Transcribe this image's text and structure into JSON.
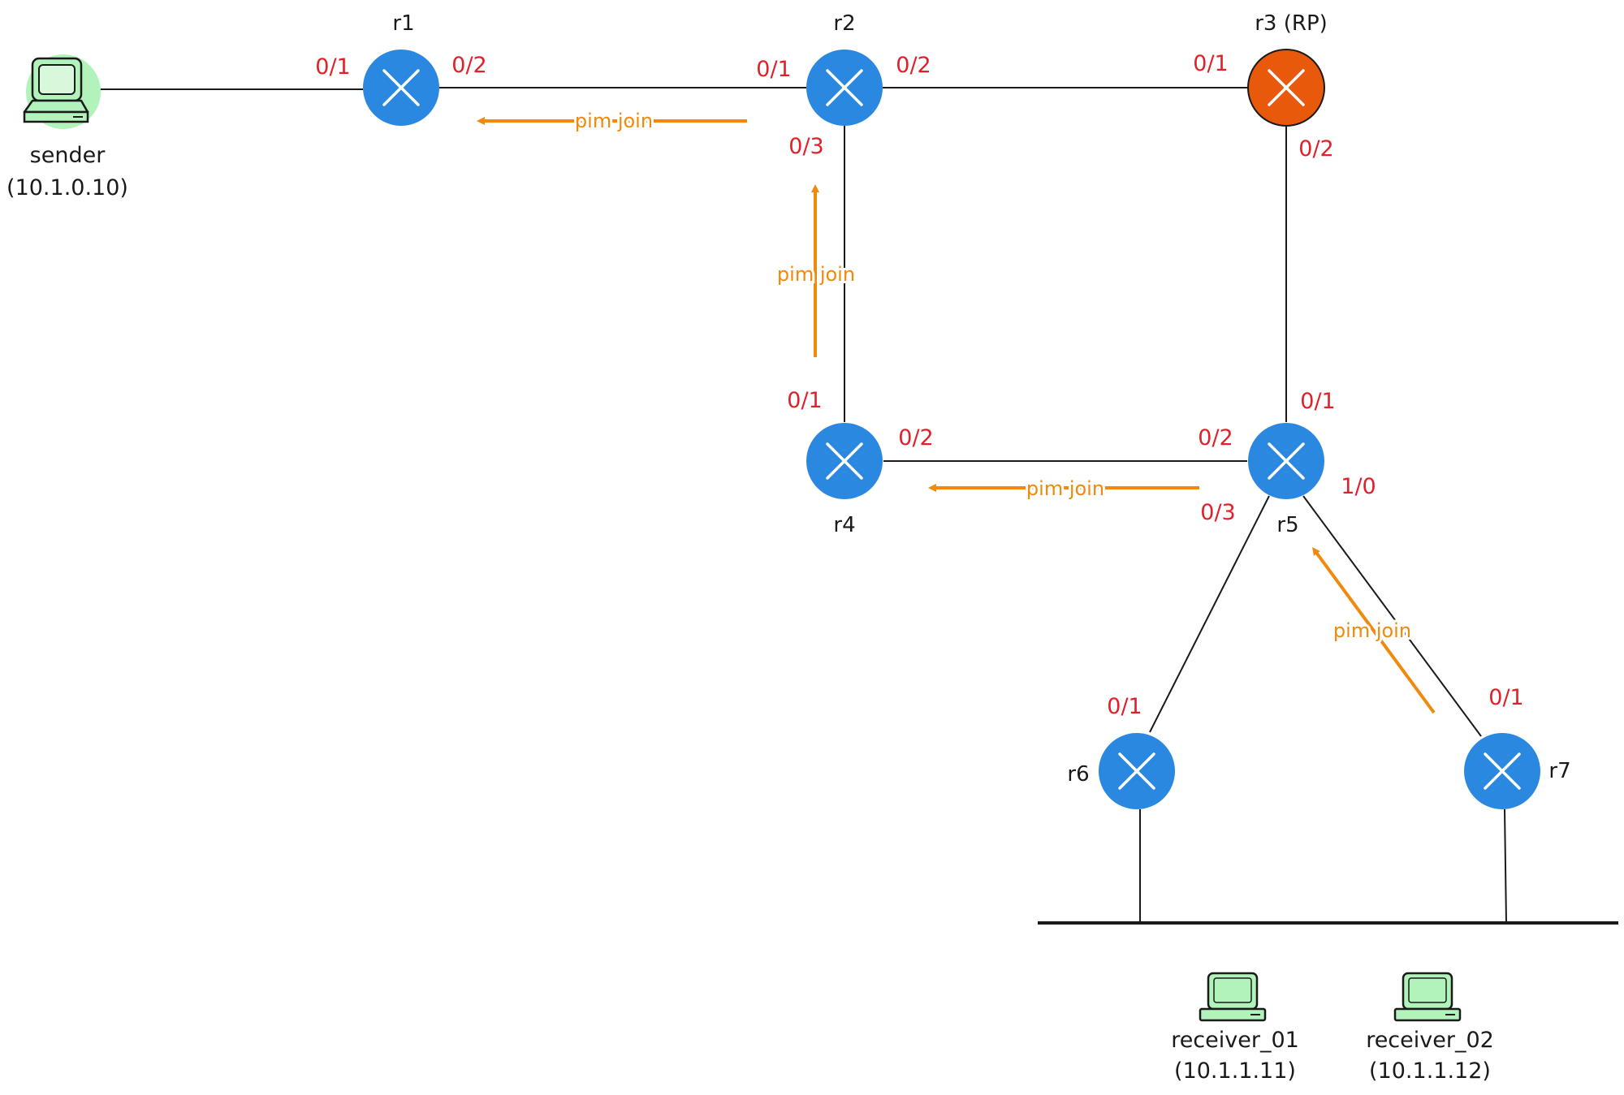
{
  "colors": {
    "router": "#2b88e0",
    "rp_router": "#e8590c",
    "port": "#e0202a",
    "pim_join": "#f0890c",
    "host_fill": "#b2f2bb",
    "line": "#1a1a1a"
  },
  "routers": {
    "r1": {
      "name": "r1"
    },
    "r2": {
      "name": "r2"
    },
    "r3": {
      "name": "r3 (RP)"
    },
    "r4": {
      "name": "r4"
    },
    "r5": {
      "name": "r5"
    },
    "r6": {
      "name": "r6"
    },
    "r7": {
      "name": "r7"
    }
  },
  "hosts": {
    "sender": {
      "name": "sender",
      "ip": "(10.1.0.10)"
    },
    "receiver_01": {
      "name": "receiver_01",
      "ip": "(10.1.1.11)"
    },
    "receiver_02": {
      "name": "receiver_02",
      "ip": "(10.1.1.12)"
    }
  },
  "ports": {
    "r1_0_1": "0/1",
    "r1_0_2": "0/2",
    "r2_0_1": "0/1",
    "r2_0_2": "0/2",
    "r2_0_3": "0/3",
    "r3_0_1": "0/1",
    "r3_0_2": "0/2",
    "r4_0_1": "0/1",
    "r4_0_2": "0/2",
    "r5_0_1": "0/1",
    "r5_0_2": "0/2",
    "r5_0_3": "0/3",
    "r5_1_0": "1/0",
    "r6_0_1": "0/1",
    "r7_0_1": "0/1"
  },
  "pim_joins": {
    "r2_to_r1": "pim join",
    "r4_to_r2": "pim join",
    "r5_to_r4": "pim join",
    "r7_to_r5": "pim join"
  },
  "icons": {
    "router": "router-icon",
    "host": "computer-icon"
  }
}
